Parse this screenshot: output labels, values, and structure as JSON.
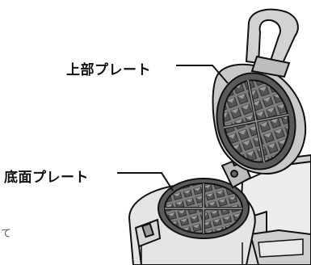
{
  "labels": {
    "upper_plate": "上部プレート",
    "bottom_plate": "底面プレート"
  },
  "edge_mark": "て",
  "colors": {
    "line": "#111111",
    "plate_fill": "#8a8a8a",
    "plate_dark": "#4a4a4a",
    "body_fill": "#e6e6e6",
    "accent_gray": "#bdbdbd"
  },
  "icons": [
    "waffle-maker-illustration"
  ]
}
